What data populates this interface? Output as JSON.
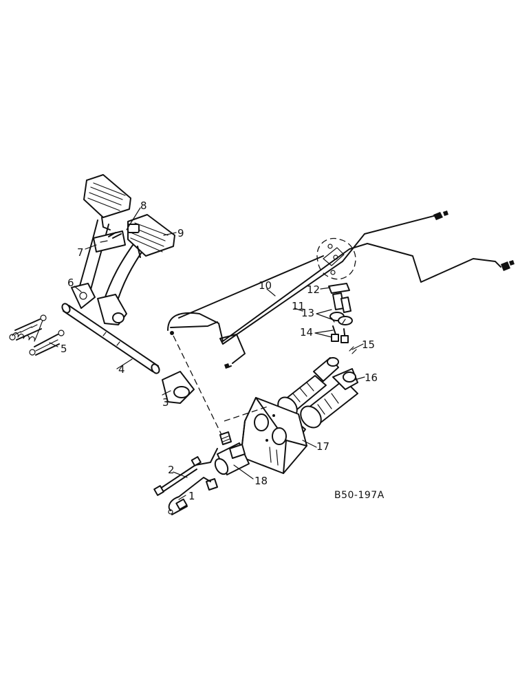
{
  "diagram": {
    "callouts": [
      "1",
      "2",
      "3",
      "4",
      "5",
      "6",
      "7",
      "8",
      "9",
      "10",
      "11",
      "12",
      "13",
      "14",
      "15",
      "16",
      "17",
      "18"
    ],
    "reference_code": "B50-197A"
  }
}
